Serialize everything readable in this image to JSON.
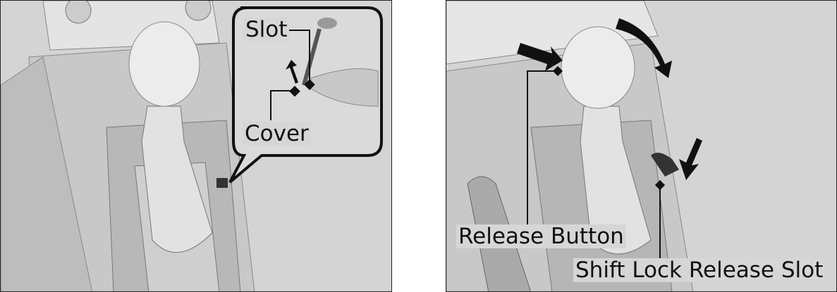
{
  "left_figure": {
    "labels": {
      "slot": "Slot",
      "cover": "Cover"
    }
  },
  "right_figure": {
    "labels": {
      "release_button": "Release Button",
      "shift_lock_release_slot": "Shift Lock Release Slot"
    }
  }
}
